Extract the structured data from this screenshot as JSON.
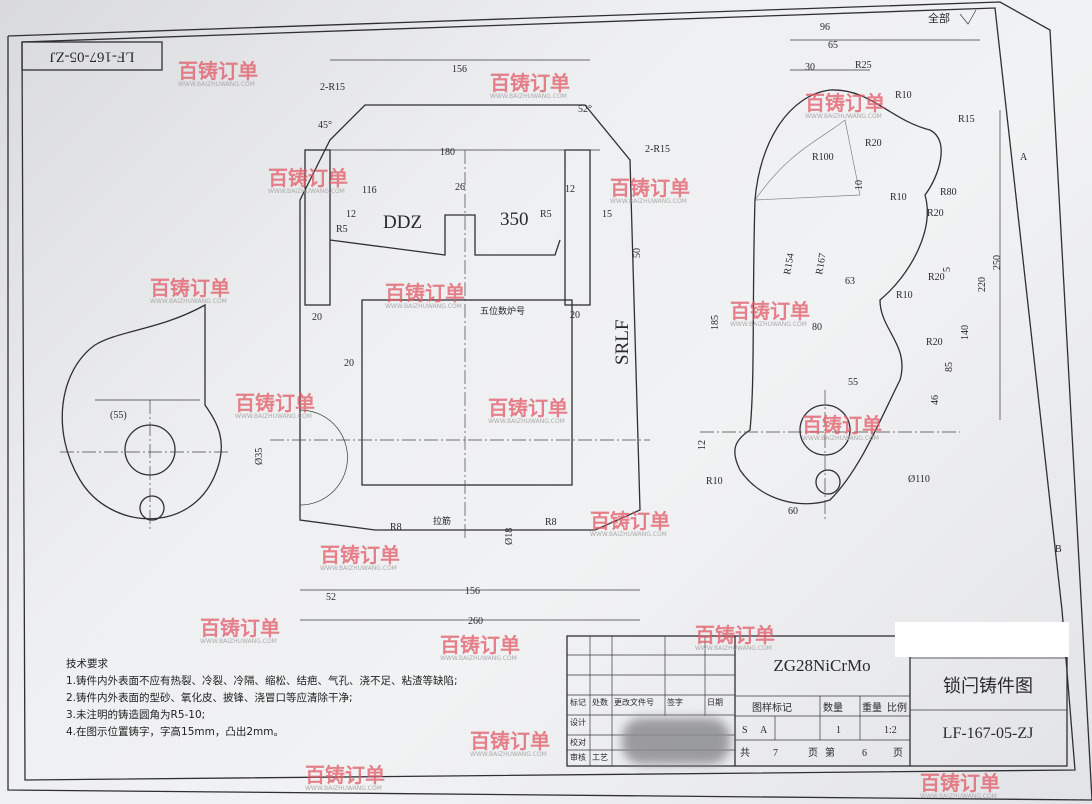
{
  "drawing_number": "LF-167-05-ZJ",
  "material": "ZG28NiCrMo",
  "part_name": "锁闩铸件图",
  "surface_note": "全部",
  "zone_letters": [
    "A",
    "B"
  ],
  "tech_requirements": {
    "title": "技术要求",
    "items": [
      "1.铸件内外表面不应有热裂、冷裂、冷隔、缩松、结疤、气孔、浇不足、粘渣等缺陷;",
      "2.铸件内外表面的型砂、氧化皮、披锋、浇冒口等应清除干净;",
      "3.未注明的铸造圆角为R5-10;",
      "4.在图示位置铸字，字高15mm，凸出2mm。"
    ]
  },
  "title_block": {
    "headers": [
      "图样标记",
      "数量",
      "重量",
      "比例"
    ],
    "mark_s": "S",
    "mark_a": "A",
    "quantity": "1",
    "scale": "1:2",
    "total_pages_label": "共",
    "total_pages": "7",
    "page_unit": "页",
    "page_label": "第",
    "page": "6",
    "rows": [
      "标记",
      "处数",
      "更改文件号",
      "签字",
      "日期",
      "设计",
      "校对",
      "审核",
      "工艺"
    ]
  },
  "front_view": {
    "cast_text_1": "DDZ",
    "cast_text_2": "350",
    "cast_text_3": "SRLF",
    "furnace_note": "五位数炉号",
    "rib_note": "拉筋",
    "dims": [
      "156",
      "2-R15",
      "45°",
      "52°",
      "180",
      "116",
      "26",
      "12",
      "R5",
      "R5",
      "12",
      "15",
      "2-R15",
      "50",
      "20",
      "20",
      "20",
      "Ø35",
      "R8",
      "Ø18",
      "R8",
      "52",
      "156",
      "260"
    ]
  },
  "side_view": {
    "dims": [
      "96",
      "65",
      "30",
      "R25",
      "R10",
      "R15",
      "R20",
      "R100",
      "10",
      "R10",
      "R80",
      "R20",
      "5",
      "250",
      "220",
      "R154",
      "R167",
      "63",
      "R20",
      "R10",
      "185",
      "80",
      "R20",
      "140",
      "85",
      "55",
      "46",
      "12",
      "R10",
      "Ø110",
      "60"
    ]
  },
  "left_view": {
    "dims": [
      "(55)"
    ]
  },
  "watermark": {
    "brand": "百铸订单",
    "site": "WWW.BAIZHUWANG.COM"
  }
}
